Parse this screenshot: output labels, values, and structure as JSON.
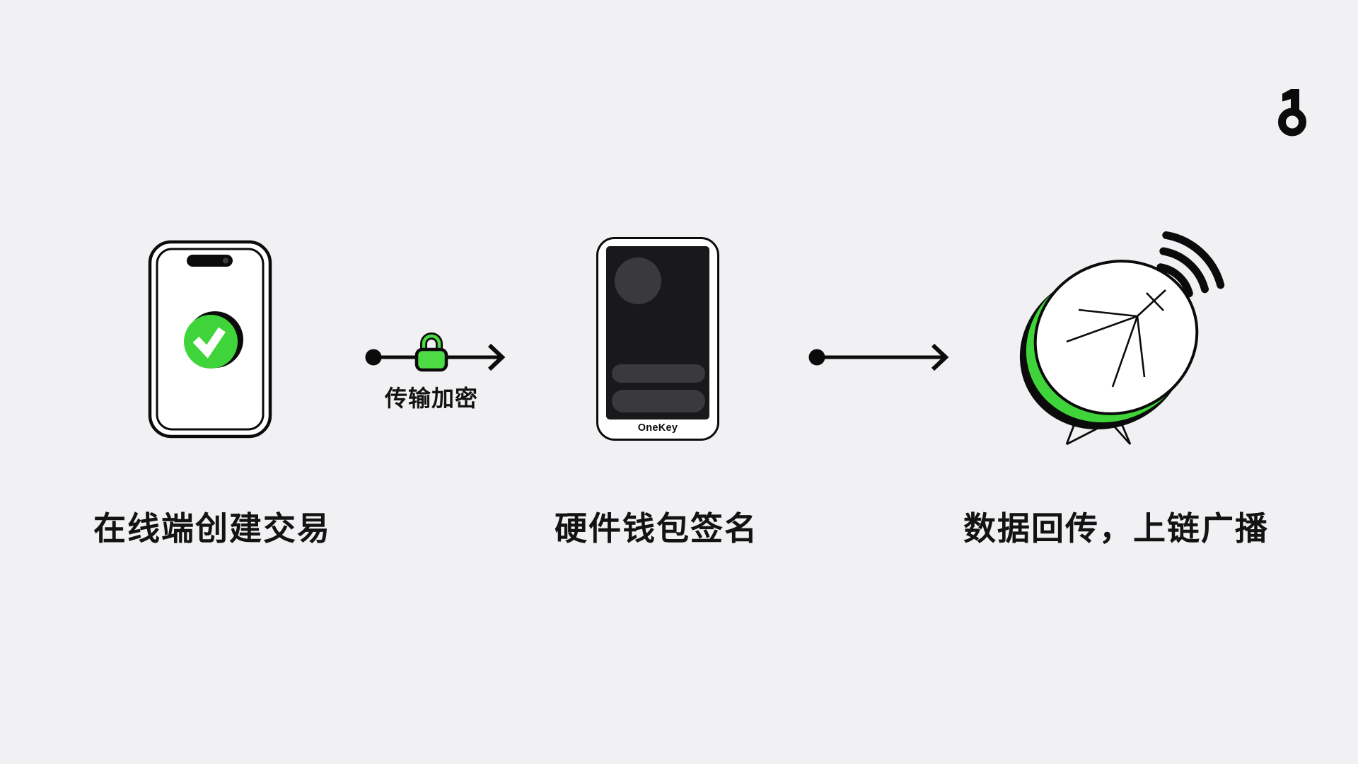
{
  "brand": {
    "logo_icon": "onekey-logo"
  },
  "steps": [
    {
      "icon": "phone-check-icon",
      "caption": "在线端创建交易"
    },
    {
      "icon": "hardware-wallet-icon",
      "device_label": "OneKey",
      "caption": "硬件钱包签名"
    },
    {
      "icon": "satellite-dish-icon",
      "caption": "数据回传，上链广播"
    }
  ],
  "connectors": [
    {
      "icon": "lock-icon",
      "label": "传输加密"
    },
    {
      "icon": "arrow-icon",
      "label": ""
    }
  ],
  "colors": {
    "bg": "#F1F1F3",
    "ink": "#0B0B0B",
    "green": "#3FD53A",
    "green-lock": "#4CDB43",
    "screen-dark": "#19191B",
    "screen-gray": "#3A3A3C",
    "text": "#131313"
  }
}
